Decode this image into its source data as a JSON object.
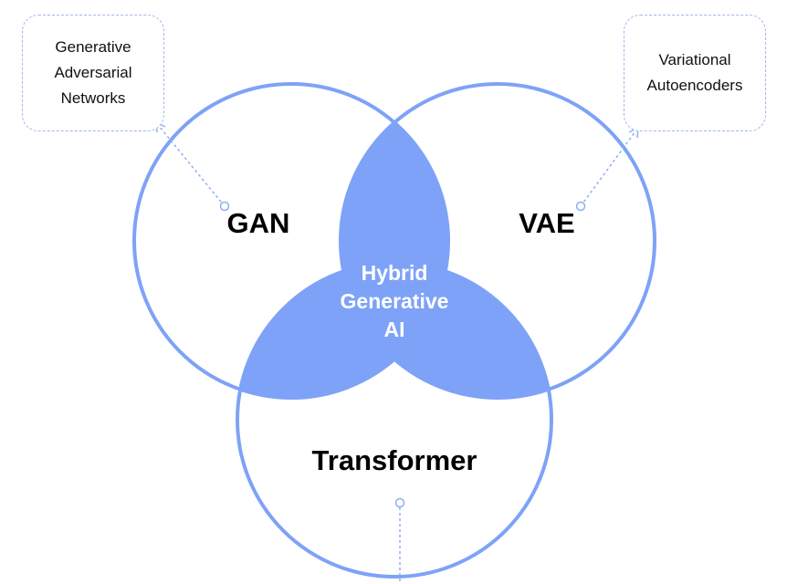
{
  "diagram": {
    "type": "venn",
    "colors": {
      "ring": "#7ea2f7",
      "fill": "#7ea2f7",
      "connector": "#8fb0f2",
      "callout_border": "#9fb7f0"
    },
    "circles": [
      {
        "id": "gan",
        "label": "GAN"
      },
      {
        "id": "vae",
        "label": "VAE"
      },
      {
        "id": "transformer",
        "label": "Transformer"
      }
    ],
    "center": {
      "lines": [
        "Hybrid",
        "Generative",
        "AI"
      ]
    },
    "callouts": {
      "gan": {
        "lines": [
          "Generative",
          "Adversarial",
          "Networks"
        ]
      },
      "vae": {
        "lines": [
          "Variational",
          "Autoencoders"
        ]
      }
    }
  }
}
